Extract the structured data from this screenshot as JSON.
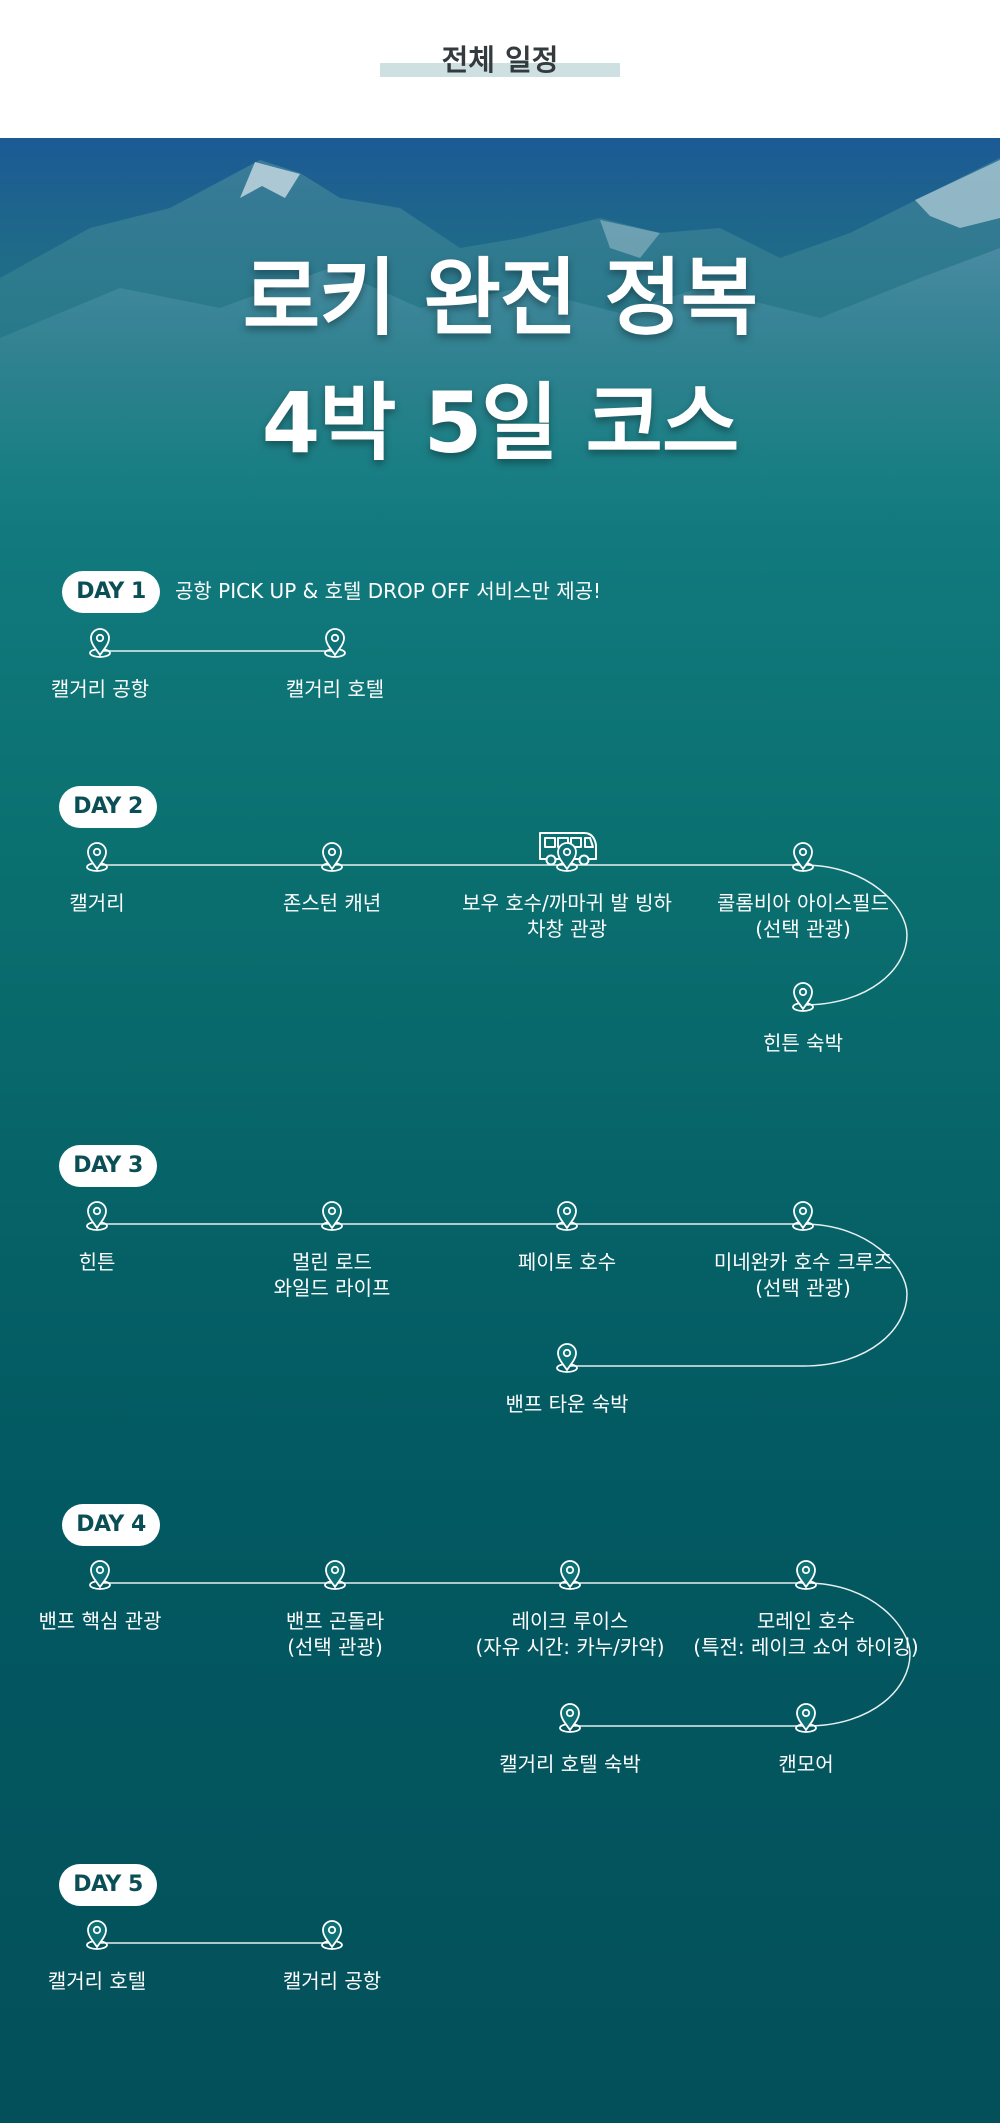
{
  "header": {
    "title": "전체 일정"
  },
  "hero": {
    "line1": "로키 완전 정복",
    "line2": "4박 5일 코스"
  },
  "days": [
    {
      "label": "DAY 1",
      "note": "공항 PICK UP & 호텔 DROP OFF 서비스만 제공!",
      "stops": [
        {
          "lines": [
            "캘거리 공항"
          ]
        },
        {
          "lines": [
            "캘거리 호텔"
          ]
        }
      ]
    },
    {
      "label": "DAY 2",
      "stops": [
        {
          "lines": [
            "캘거리"
          ]
        },
        {
          "lines": [
            "존스턴 캐년"
          ]
        },
        {
          "lines": [
            "보우 호수/까마귀 발 빙하",
            "차창 관광"
          ]
        },
        {
          "lines": [
            "콜롬비아 아이스필드",
            "(선택 관광)"
          ]
        },
        {
          "lines": [
            "힌튼 숙박"
          ]
        }
      ]
    },
    {
      "label": "DAY 3",
      "stops": [
        {
          "lines": [
            "힌튼"
          ]
        },
        {
          "lines": [
            "멀린 로드",
            "와일드 라이프"
          ]
        },
        {
          "lines": [
            "페이토 호수"
          ]
        },
        {
          "lines": [
            "미네완카 호수 크루즈",
            "(선택 관광)"
          ]
        },
        {
          "lines": [
            "밴프 타운 숙박"
          ]
        }
      ]
    },
    {
      "label": "DAY 4",
      "stops": [
        {
          "lines": [
            "밴프 핵심 관광"
          ]
        },
        {
          "lines": [
            "밴프 곤돌라",
            "(선택 관광)"
          ]
        },
        {
          "lines": [
            "레이크 루이스",
            "(자유 시간: 카누/카약)"
          ]
        },
        {
          "lines": [
            "모레인 호수",
            "(특전: 레이크 쇼어 하이킹)"
          ]
        },
        {
          "lines": [
            "캘거리 호텔 숙박"
          ]
        },
        {
          "lines": [
            "캔모어"
          ]
        }
      ]
    },
    {
      "label": "DAY 5",
      "stops": [
        {
          "lines": [
            "캘거리 호텔"
          ]
        },
        {
          "lines": [
            "캘거리 공항"
          ]
        }
      ]
    }
  ],
  "icons": {
    "stop": "map-pin-icon",
    "transport": "bus-icon"
  },
  "colors": {
    "teal_dark": "#0b4f56",
    "header_highlight": "#cfe0e3",
    "text_dark": "#333b3f"
  }
}
